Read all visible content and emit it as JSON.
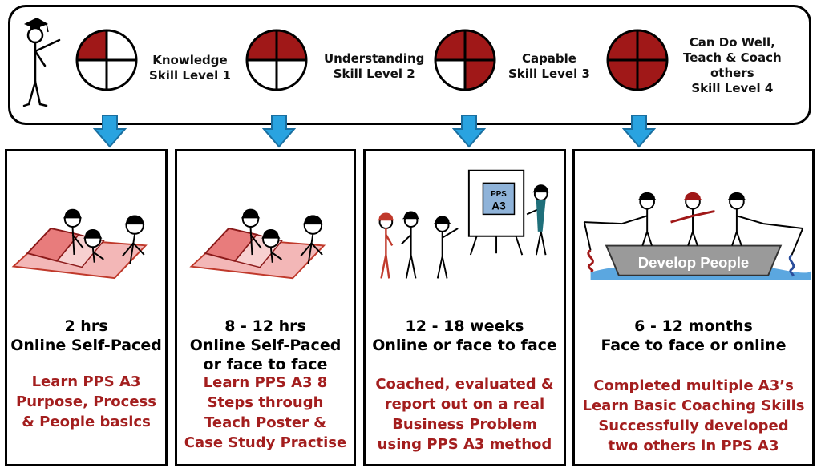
{
  "colors": {
    "accent_red": "#a31e1e",
    "circle_red": "#a01818",
    "arrow_blue": "#29a3e0",
    "paper_red": "#e87c7c"
  },
  "skill_levels": [
    {
      "lines": [
        "Knowledge",
        "Skill Level 1"
      ],
      "quadrants_filled": 1
    },
    {
      "lines": [
        "Understanding",
        "Skill Level 2"
      ],
      "quadrants_filled": 2
    },
    {
      "lines": [
        "Capable",
        "Skill Level 3"
      ],
      "quadrants_filled": 3
    },
    {
      "lines": [
        "Can Do Well,",
        "Teach & Coach",
        "others",
        "Skill Level 4"
      ],
      "quadrants_filled": 4
    }
  ],
  "stages": [
    {
      "duration": [
        "2 hrs",
        "Online Self-Paced"
      ],
      "description": [
        "Learn PPS A3",
        "Purpose, Process",
        "& People basics"
      ]
    },
    {
      "duration": [
        "8 - 12 hrs",
        "Online Self-Paced",
        "or face to face"
      ],
      "description": [
        "Learn PPS A3 8",
        "Steps through",
        "Teach Poster &",
        "Case Study Practise"
      ]
    },
    {
      "duration": [
        "12 - 18 weeks",
        "Online or face to face"
      ],
      "description": [
        "Coached, evaluated &",
        "report out on a real",
        "Business Problem",
        "using PPS A3 method"
      ]
    },
    {
      "duration": [
        "6 - 12 months",
        "Face to face or online"
      ],
      "description": [
        "Completed multiple A3’s",
        "Learn Basic Coaching Skills",
        "Successfully developed",
        "two others in PPS A3"
      ]
    }
  ],
  "poster": {
    "text_top": "PPS",
    "text_bottom": "A3"
  },
  "boat": {
    "label": "Develop People"
  }
}
